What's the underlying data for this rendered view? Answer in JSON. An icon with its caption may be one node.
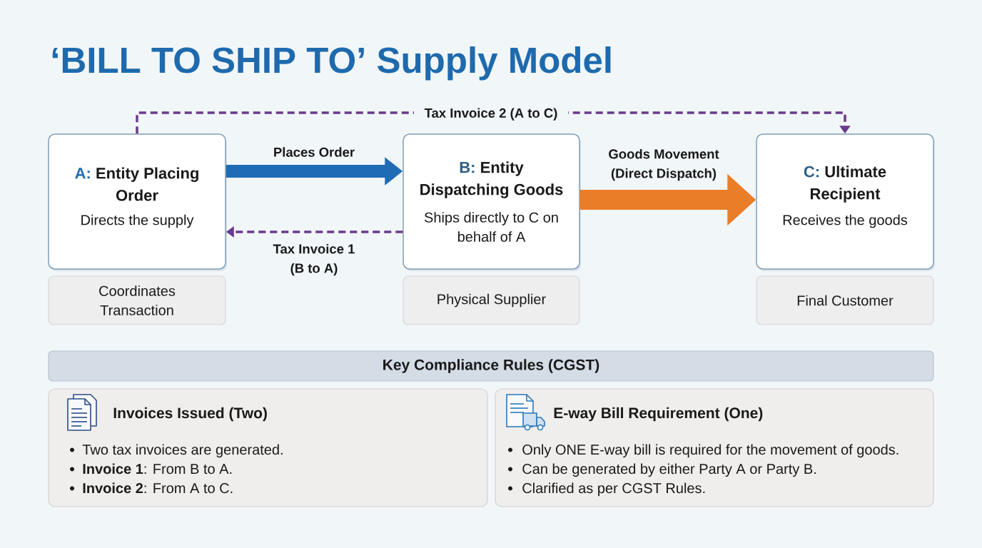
{
  "diagram": {
    "title": "‘BILL TO SHIP TO’ Supply Model",
    "nodes": [
      {
        "text": [
          "A: Entity Placing Order",
          "Directs the supply"
        ]
      },
      {
        "text": [
          "B: Entity Dispatching Goods",
          "Ships directly to C on behalf of A"
        ]
      },
      {
        "text": [
          "C: Ultimate Recipient",
          "Receives the goods"
        ]
      },
      {
        "text": [
          "Coordinates Transaction"
        ]
      },
      {
        "text": [
          "Physical Supplier"
        ]
      },
      {
        "text": [
          "Final Customer"
        ]
      },
      {
        "text": [
          "Key Compliance Rules (CGST)"
        ]
      },
      {
        "text": [
          "Invoices Issued (Two)",
          "Two tax invoices are generated.",
          "**Invoice 1**: From B to A.",
          "**Invoice 2**: From A to C."
        ]
      },
      {
        "text": [
          "E-way Bill Requirement (One)",
          "Only ONE E-way bill is required for the movement of goods.",
          "Can be generated by either Party A or Party B.",
          "Clarified as per CGST Rules."
        ]
      }
    ],
    "edges": [
      {
        "from": 0,
        "to": 1,
        "arrow": "to",
        "label": "Places Order",
        "style": "thick",
        "color": "#1f6cb5"
      },
      {
        "from": 1,
        "to": 0,
        "arrow": "to",
        "label": "Tax Invoice 1 (B to A)",
        "style": "dashed",
        "color": "#6b3a8c"
      },
      {
        "from": 1,
        "to": 2,
        "arrow": "to",
        "label": "Goods Movement (Direct Dispatch)",
        "style": "thick",
        "color": "#ea7d28"
      },
      {
        "from": 0,
        "to": 2,
        "arrow": "to",
        "label": "Tax Invoice 2 (A to C)",
        "style": "dashed",
        "color": "#6b3a8c"
      }
    ]
  }
}
